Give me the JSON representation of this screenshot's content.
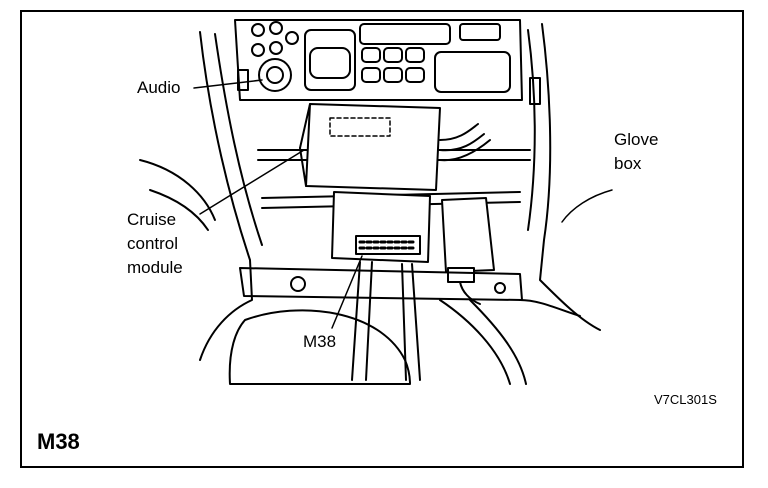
{
  "labels": {
    "audio": "Audio",
    "glove_box": [
      "Glove",
      "box"
    ],
    "cruise_control_module": [
      "Cruise",
      "control",
      "module"
    ],
    "connector": "M38",
    "figure_code": "V7CL301S",
    "figure_title": "M38"
  }
}
